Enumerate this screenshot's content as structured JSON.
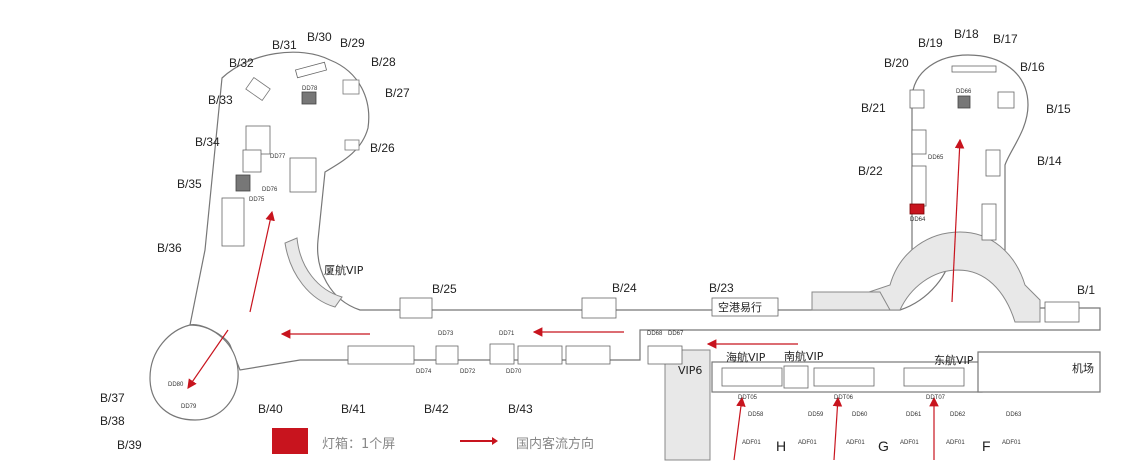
{
  "gates": {
    "b14": "B/14",
    "b15": "B/15",
    "b16": "B/16",
    "b17": "B/17",
    "b18": "B/18",
    "b19": "B/19",
    "b20": "B/20",
    "b21": "B/21",
    "b22": "B/22",
    "b23": "B/23",
    "b24": "B/24",
    "b25": "B/25",
    "b26": "B/26",
    "b27": "B/27",
    "b28": "B/28",
    "b29": "B/29",
    "b30": "B/30",
    "b31": "B/31",
    "b32": "B/32",
    "b33": "B/33",
    "b34": "B/34",
    "b35": "B/35",
    "b36": "B/36",
    "b37": "B/37",
    "b38": "B/38",
    "b39": "B/39",
    "b40": "B/40",
    "b41": "B/41",
    "b42": "B/42",
    "b43": "B/43",
    "b1": "B/1"
  },
  "screens": {
    "dd64": "DD64",
    "dd65": "DD65",
    "dd66": "DD66",
    "dd67": "DD67",
    "dd68": "DD68",
    "dd70": "DD70",
    "dd71": "DD71",
    "dd72": "DD72",
    "dd73": "DD73",
    "dd74": "DD74",
    "dd75": "DD75",
    "dd76": "DD76",
    "dd77": "DD77",
    "dd78": "DD78",
    "dd79": "DD79",
    "dd80": "DD80",
    "ddt05": "DDT05",
    "ddt06": "DDT06",
    "ddt07": "DDT07",
    "dd58": "DD58",
    "dd59": "DD59",
    "dd60": "DD60",
    "dd61": "DD61",
    "dd62": "DD62",
    "dd63": "DD63",
    "adf01": "ADF01"
  },
  "areas": {
    "xiamen_vip": "厦航VIP",
    "konggang": "空港易行",
    "hainan_vip": "海航VIP",
    "nanhang_vip": "南航VIP",
    "donghang_vip": "东航VIP",
    "vip6": "VIP6",
    "airport": "机场",
    "zone_h": "H",
    "zone_g": "G",
    "zone_f": "F"
  },
  "legend": {
    "lightbox": "灯箱：1个屏",
    "flow": "国内客流方向"
  },
  "colors": {
    "highlight": "#c8141e",
    "arrow": "#c8141e"
  }
}
